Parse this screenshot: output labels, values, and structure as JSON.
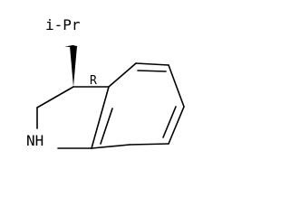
{
  "molecule": {
    "substituent_label": "i-Pr",
    "stereo_descriptor": "R",
    "heteroatom_label": "NH"
  }
}
